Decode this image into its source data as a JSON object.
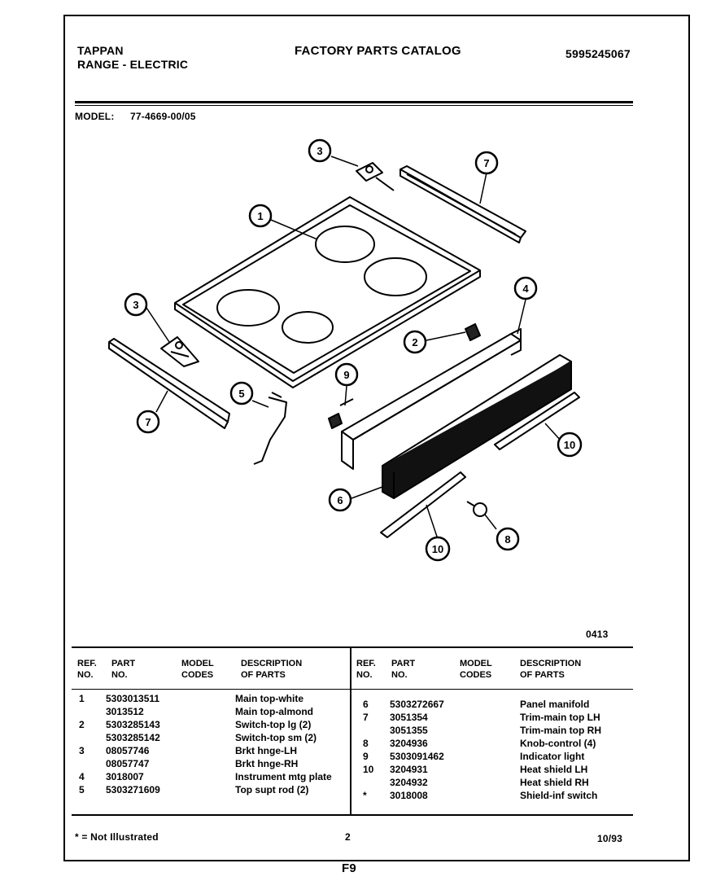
{
  "header": {
    "brand": "TAPPAN",
    "product": "RANGE - ELECTRIC",
    "catalog_title": "FACTORY PARTS CATALOG",
    "catalog_number": "5995245067",
    "model_label": "MODEL:",
    "model_number": "77-4669-00/05"
  },
  "diagram": {
    "callouts": [
      "1",
      "2",
      "3",
      "3",
      "4",
      "5",
      "6",
      "7",
      "7",
      "8",
      "9",
      "10",
      "10"
    ],
    "code": "0413"
  },
  "table": {
    "left_headers": {
      "ref": "REF.\nNO.",
      "part": "PART\nNO.",
      "codes": "MODEL\nCODES",
      "desc": "DESCRIPTION\nOF PARTS"
    },
    "right_headers": {
      "ref": "REF.\nNO.",
      "part": "PART\nNO.",
      "codes": "MODEL\nCODES",
      "desc": "DESCRIPTION\nOF PARTS"
    },
    "left_rows": [
      {
        "ref": "1",
        "part": "5303013511",
        "desc": "Main top-white"
      },
      {
        "ref": "",
        "part": "3013512",
        "desc": "Main top-almond"
      },
      {
        "ref": "2",
        "part": "5303285143",
        "desc": "Switch-top lg (2)"
      },
      {
        "ref": "",
        "part": "5303285142",
        "desc": "Switch-top sm (2)"
      },
      {
        "ref": "3",
        "part": "08057746",
        "desc": "Brkt hnge-LH"
      },
      {
        "ref": "",
        "part": "08057747",
        "desc": "Brkt hnge-RH"
      },
      {
        "ref": "4",
        "part": "3018007",
        "desc": "Instrument mtg plate"
      },
      {
        "ref": "5",
        "part": "5303271609",
        "desc": "Top supt rod (2)"
      }
    ],
    "right_rows": [
      {
        "ref": "6",
        "part": "5303272667",
        "desc": "Panel manifold"
      },
      {
        "ref": "7",
        "part": "3051354",
        "desc": "Trim-main top LH"
      },
      {
        "ref": "",
        "part": "3051355",
        "desc": "Trim-main top RH"
      },
      {
        "ref": "8",
        "part": "3204936",
        "desc": "Knob-control (4)"
      },
      {
        "ref": "9",
        "part": "5303091462",
        "desc": "Indicator light"
      },
      {
        "ref": "10",
        "part": "3204931",
        "desc": "Heat shield LH"
      },
      {
        "ref": "",
        "part": "3204932",
        "desc": "Heat shield RH"
      },
      {
        "ref": "*",
        "part": "3018008",
        "desc": "Shield-inf switch"
      }
    ]
  },
  "footer": {
    "note": "* = Not Illustrated",
    "page": "2",
    "date": "10/93",
    "section": "F9"
  }
}
